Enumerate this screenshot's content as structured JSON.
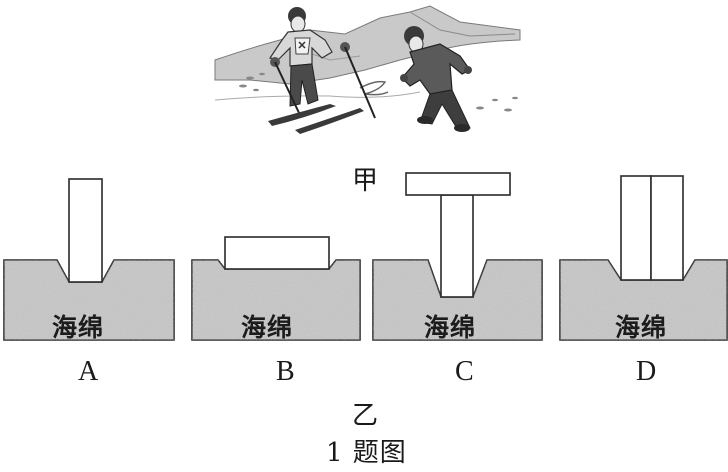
{
  "figure": {
    "top_caption": "甲",
    "bottom_caption": "乙",
    "figure_caption": "1 题图"
  },
  "illustration": {
    "subject": "skier-and-walker-in-snow",
    "people": [
      "skier-with-poles",
      "person-walking-in-snow"
    ]
  },
  "panels": [
    {
      "option": "A",
      "sponge_label": "海绵",
      "object": "upright-narrow-block"
    },
    {
      "option": "B",
      "sponge_label": "海绵",
      "object": "flat-wide-block"
    },
    {
      "option": "C",
      "sponge_label": "海绵",
      "object": "t-shaped-block-plate-on-top"
    },
    {
      "option": "D",
      "sponge_label": "海绵",
      "object": "two-upright-blocks-side-by-side"
    }
  ],
  "colors": {
    "sponge_fill": "#bdbdbd",
    "outline": "#2a2a2a",
    "block_fill": "#ffffff"
  }
}
